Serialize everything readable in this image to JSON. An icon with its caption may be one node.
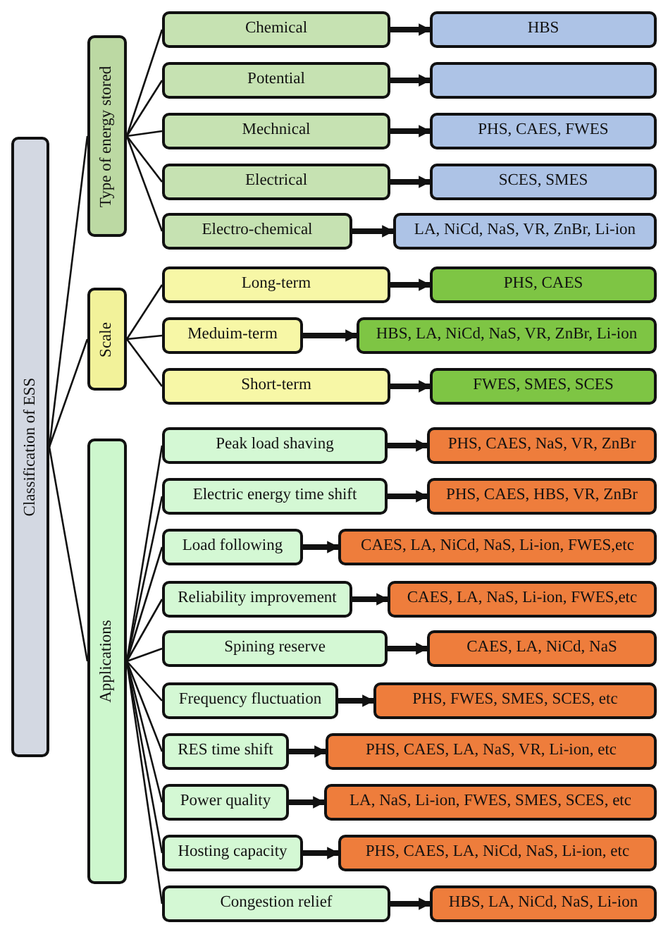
{
  "diagram": {
    "nodes": [
      {
        "text": [
          "Classification of ESS"
        ]
      },
      {
        "text": [
          "Type of energy stored"
        ]
      },
      {
        "text": [
          "Chemical"
        ]
      },
      {
        "text": [
          "HBS"
        ]
      },
      {
        "text": [
          "Potential"
        ]
      },
      {
        "text": [],
        "shape": "box"
      },
      {
        "text": [
          "Mechnical"
        ]
      },
      {
        "text": [
          "PHS, CAES, FWES"
        ]
      },
      {
        "text": [
          "Electrical"
        ]
      },
      {
        "text": [
          "SCES, SMES"
        ]
      },
      {
        "text": [
          "Electro-chemical"
        ]
      },
      {
        "text": [
          "LA, NiCd, NaS, VR, ZnBr, Li-ion"
        ]
      },
      {
        "text": [
          "Scale"
        ]
      },
      {
        "text": [
          "Long-term"
        ]
      },
      {
        "text": [
          "PHS, CAES"
        ]
      },
      {
        "text": [
          "Meduim-term"
        ]
      },
      {
        "text": [
          "HBS, LA, NiCd, NaS, VR, ZnBr, Li-ion"
        ]
      },
      {
        "text": [
          "Short-term"
        ]
      },
      {
        "text": [
          "FWES, SMES, SCES"
        ]
      },
      {
        "text": [
          "Applications"
        ]
      },
      {
        "text": [
          "Peak load shaving"
        ]
      },
      {
        "text": [
          "PHS, CAES, NaS, VR, ZnBr"
        ]
      },
      {
        "text": [
          "Electric energy time shift"
        ]
      },
      {
        "text": [
          "PHS, CAES, HBS, VR, ZnBr"
        ]
      },
      {
        "text": [
          "Load following"
        ]
      },
      {
        "text": [
          "CAES, LA, NiCd, NaS, Li-ion, FWES,etc"
        ]
      },
      {
        "text": [
          "Reliability improvement"
        ]
      },
      {
        "text": [
          "CAES, LA, NaS, Li-ion, FWES,etc"
        ]
      },
      {
        "text": [
          "Spining reserve"
        ]
      },
      {
        "text": [
          "CAES, LA, NiCd, NaS"
        ]
      },
      {
        "text": [
          "Frequency fluctuation"
        ]
      },
      {
        "text": [
          "PHS, FWES, SMES, SCES, etc"
        ]
      },
      {
        "text": [
          "RES time shift"
        ]
      },
      {
        "text": [
          "PHS, CAES, LA, NaS, VR, Li-ion, etc"
        ]
      },
      {
        "text": [
          "Power quality"
        ]
      },
      {
        "text": [
          "LA, NaS, Li-ion, FWES, SMES, SCES, etc"
        ]
      },
      {
        "text": [
          "Hosting capacity"
        ]
      },
      {
        "text": [
          "PHS, CAES, LA, NiCd, NaS, Li-ion, etc"
        ]
      },
      {
        "text": [
          "Congestion relief"
        ]
      },
      {
        "text": [
          "HBS, LA, NiCd, NaS, Li-ion"
        ]
      }
    ],
    "edges": [
      {
        "from": 0,
        "to": 1,
        "arrow": "none"
      },
      {
        "from": 0,
        "to": 12,
        "arrow": "none"
      },
      {
        "from": 0,
        "to": 19,
        "arrow": "none"
      },
      {
        "from": 1,
        "to": 2,
        "arrow": "none"
      },
      {
        "from": 1,
        "to": 4,
        "arrow": "none"
      },
      {
        "from": 1,
        "to": 6,
        "arrow": "none"
      },
      {
        "from": 1,
        "to": 8,
        "arrow": "none"
      },
      {
        "from": 1,
        "to": 10,
        "arrow": "none"
      },
      {
        "from": 2,
        "to": 3,
        "arrow": "to",
        "style": "thick"
      },
      {
        "from": 4,
        "to": 5,
        "arrow": "to",
        "style": "thick"
      },
      {
        "from": 6,
        "to": 7,
        "arrow": "to",
        "style": "thick"
      },
      {
        "from": 8,
        "to": 9,
        "arrow": "to",
        "style": "thick"
      },
      {
        "from": 10,
        "to": 11,
        "arrow": "to",
        "style": "thick"
      },
      {
        "from": 12,
        "to": 13,
        "arrow": "none"
      },
      {
        "from": 12,
        "to": 15,
        "arrow": "none"
      },
      {
        "from": 12,
        "to": 17,
        "arrow": "none"
      },
      {
        "from": 13,
        "to": 14,
        "arrow": "to",
        "style": "thick"
      },
      {
        "from": 15,
        "to": 16,
        "arrow": "to",
        "style": "thick"
      },
      {
        "from": 17,
        "to": 18,
        "arrow": "to",
        "style": "thick"
      },
      {
        "from": 19,
        "to": 20,
        "arrow": "none"
      },
      {
        "from": 19,
        "to": 22,
        "arrow": "none"
      },
      {
        "from": 19,
        "to": 24,
        "arrow": "none"
      },
      {
        "from": 19,
        "to": 26,
        "arrow": "none"
      },
      {
        "from": 19,
        "to": 28,
        "arrow": "none"
      },
      {
        "from": 19,
        "to": 30,
        "arrow": "none"
      },
      {
        "from": 19,
        "to": 32,
        "arrow": "none"
      },
      {
        "from": 19,
        "to": 34,
        "arrow": "none"
      },
      {
        "from": 19,
        "to": 36,
        "arrow": "none"
      },
      {
        "from": 19,
        "to": 38,
        "arrow": "none"
      },
      {
        "from": 20,
        "to": 21,
        "arrow": "to",
        "style": "thick"
      },
      {
        "from": 22,
        "to": 23,
        "arrow": "to",
        "style": "thick"
      },
      {
        "from": 24,
        "to": 25,
        "arrow": "to",
        "style": "thick"
      },
      {
        "from": 26,
        "to": 27,
        "arrow": "to",
        "style": "thick"
      },
      {
        "from": 28,
        "to": 29,
        "arrow": "to",
        "style": "thick"
      },
      {
        "from": 30,
        "to": 31,
        "arrow": "to",
        "style": "thick"
      },
      {
        "from": 32,
        "to": 33,
        "arrow": "to",
        "style": "thick"
      },
      {
        "from": 34,
        "to": 35,
        "arrow": "to",
        "style": "thick"
      },
      {
        "from": 36,
        "to": 37,
        "arrow": "to",
        "style": "thick"
      },
      {
        "from": 38,
        "to": 39,
        "arrow": "to",
        "style": "thick"
      }
    ]
  }
}
